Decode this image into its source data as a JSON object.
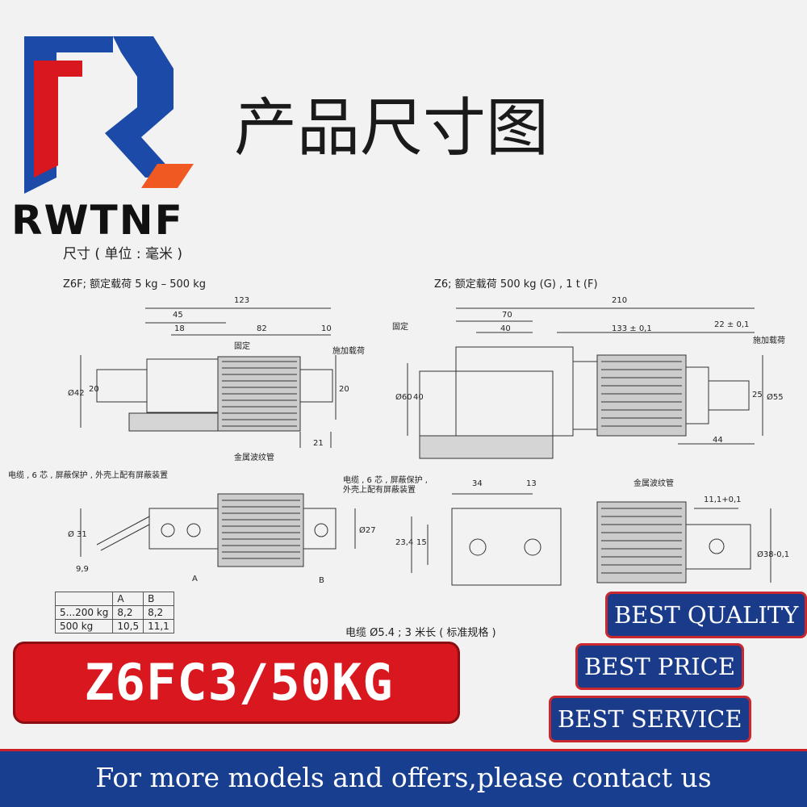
{
  "brand": {
    "name": "RWTNF",
    "colors": {
      "blue": "#1b4aa8",
      "red": "#d9171e",
      "orange": "#f05a22"
    }
  },
  "header": {
    "title": "产品尺寸图"
  },
  "drawing": {
    "unit_label": "尺寸 ( 单位 : 毫米 )",
    "left": {
      "caption": "Z6F; 额定载荷 5 kg – 500 kg",
      "dims": {
        "d123": "123",
        "d45": "45",
        "d18": "18",
        "d82": "82",
        "d10": "10",
        "d21": "21",
        "d20a": "20",
        "d20b": "20",
        "d42": "Ø42",
        "d31": "Ø 31",
        "d27": "Ø27",
        "d99": "9,9",
        "A": "A",
        "B": "B"
      },
      "labels": {
        "fixed": "固定",
        "apply_load": "施加载荷",
        "cable": "电缆 , 6 芯 , 屏蔽保护 , 外壳上配有屏蔽装置",
        "bellows": "金属波纹管"
      },
      "table": {
        "headers": [
          "",
          "A",
          "B"
        ],
        "rows": [
          [
            "5...200 kg",
            "8,2",
            "8,2"
          ],
          [
            "500 kg",
            "10,5",
            "11,1"
          ]
        ]
      }
    },
    "right": {
      "caption": "Z6; 额定载荷 500 kg (G) , 1 t (F)",
      "dims": {
        "d210": "210",
        "d70": "70",
        "d40": "40",
        "d133": "133 ± 0,1",
        "d22": "22 ± 0,1",
        "d60": "Ø60",
        "d40v": "40",
        "d25": "25",
        "d55": "Ø55",
        "d44": "44",
        "d34": "34",
        "d13": "13",
        "d234": "23,4",
        "d15": "15",
        "d111": "11,1+0,1",
        "d38": "Ø38-0,1"
      },
      "labels": {
        "fixed": "固定",
        "apply_load": "施加载荷",
        "cable": "电缆 , 6 芯 , 屏蔽保护 ,",
        "cable2": "外壳上配有屏蔽装置",
        "bellows": "金属波纹管",
        "cable_note": "电缆 Ø5.4 ; 3 米长 ( 标准规格 )"
      }
    }
  },
  "product": {
    "model": "Z6FC3/50KG"
  },
  "badges": [
    "BEST QUALITY",
    "BEST PRICE",
    "BEST SERVICE"
  ],
  "footer": {
    "text": "For more models and offers,please contact us"
  }
}
